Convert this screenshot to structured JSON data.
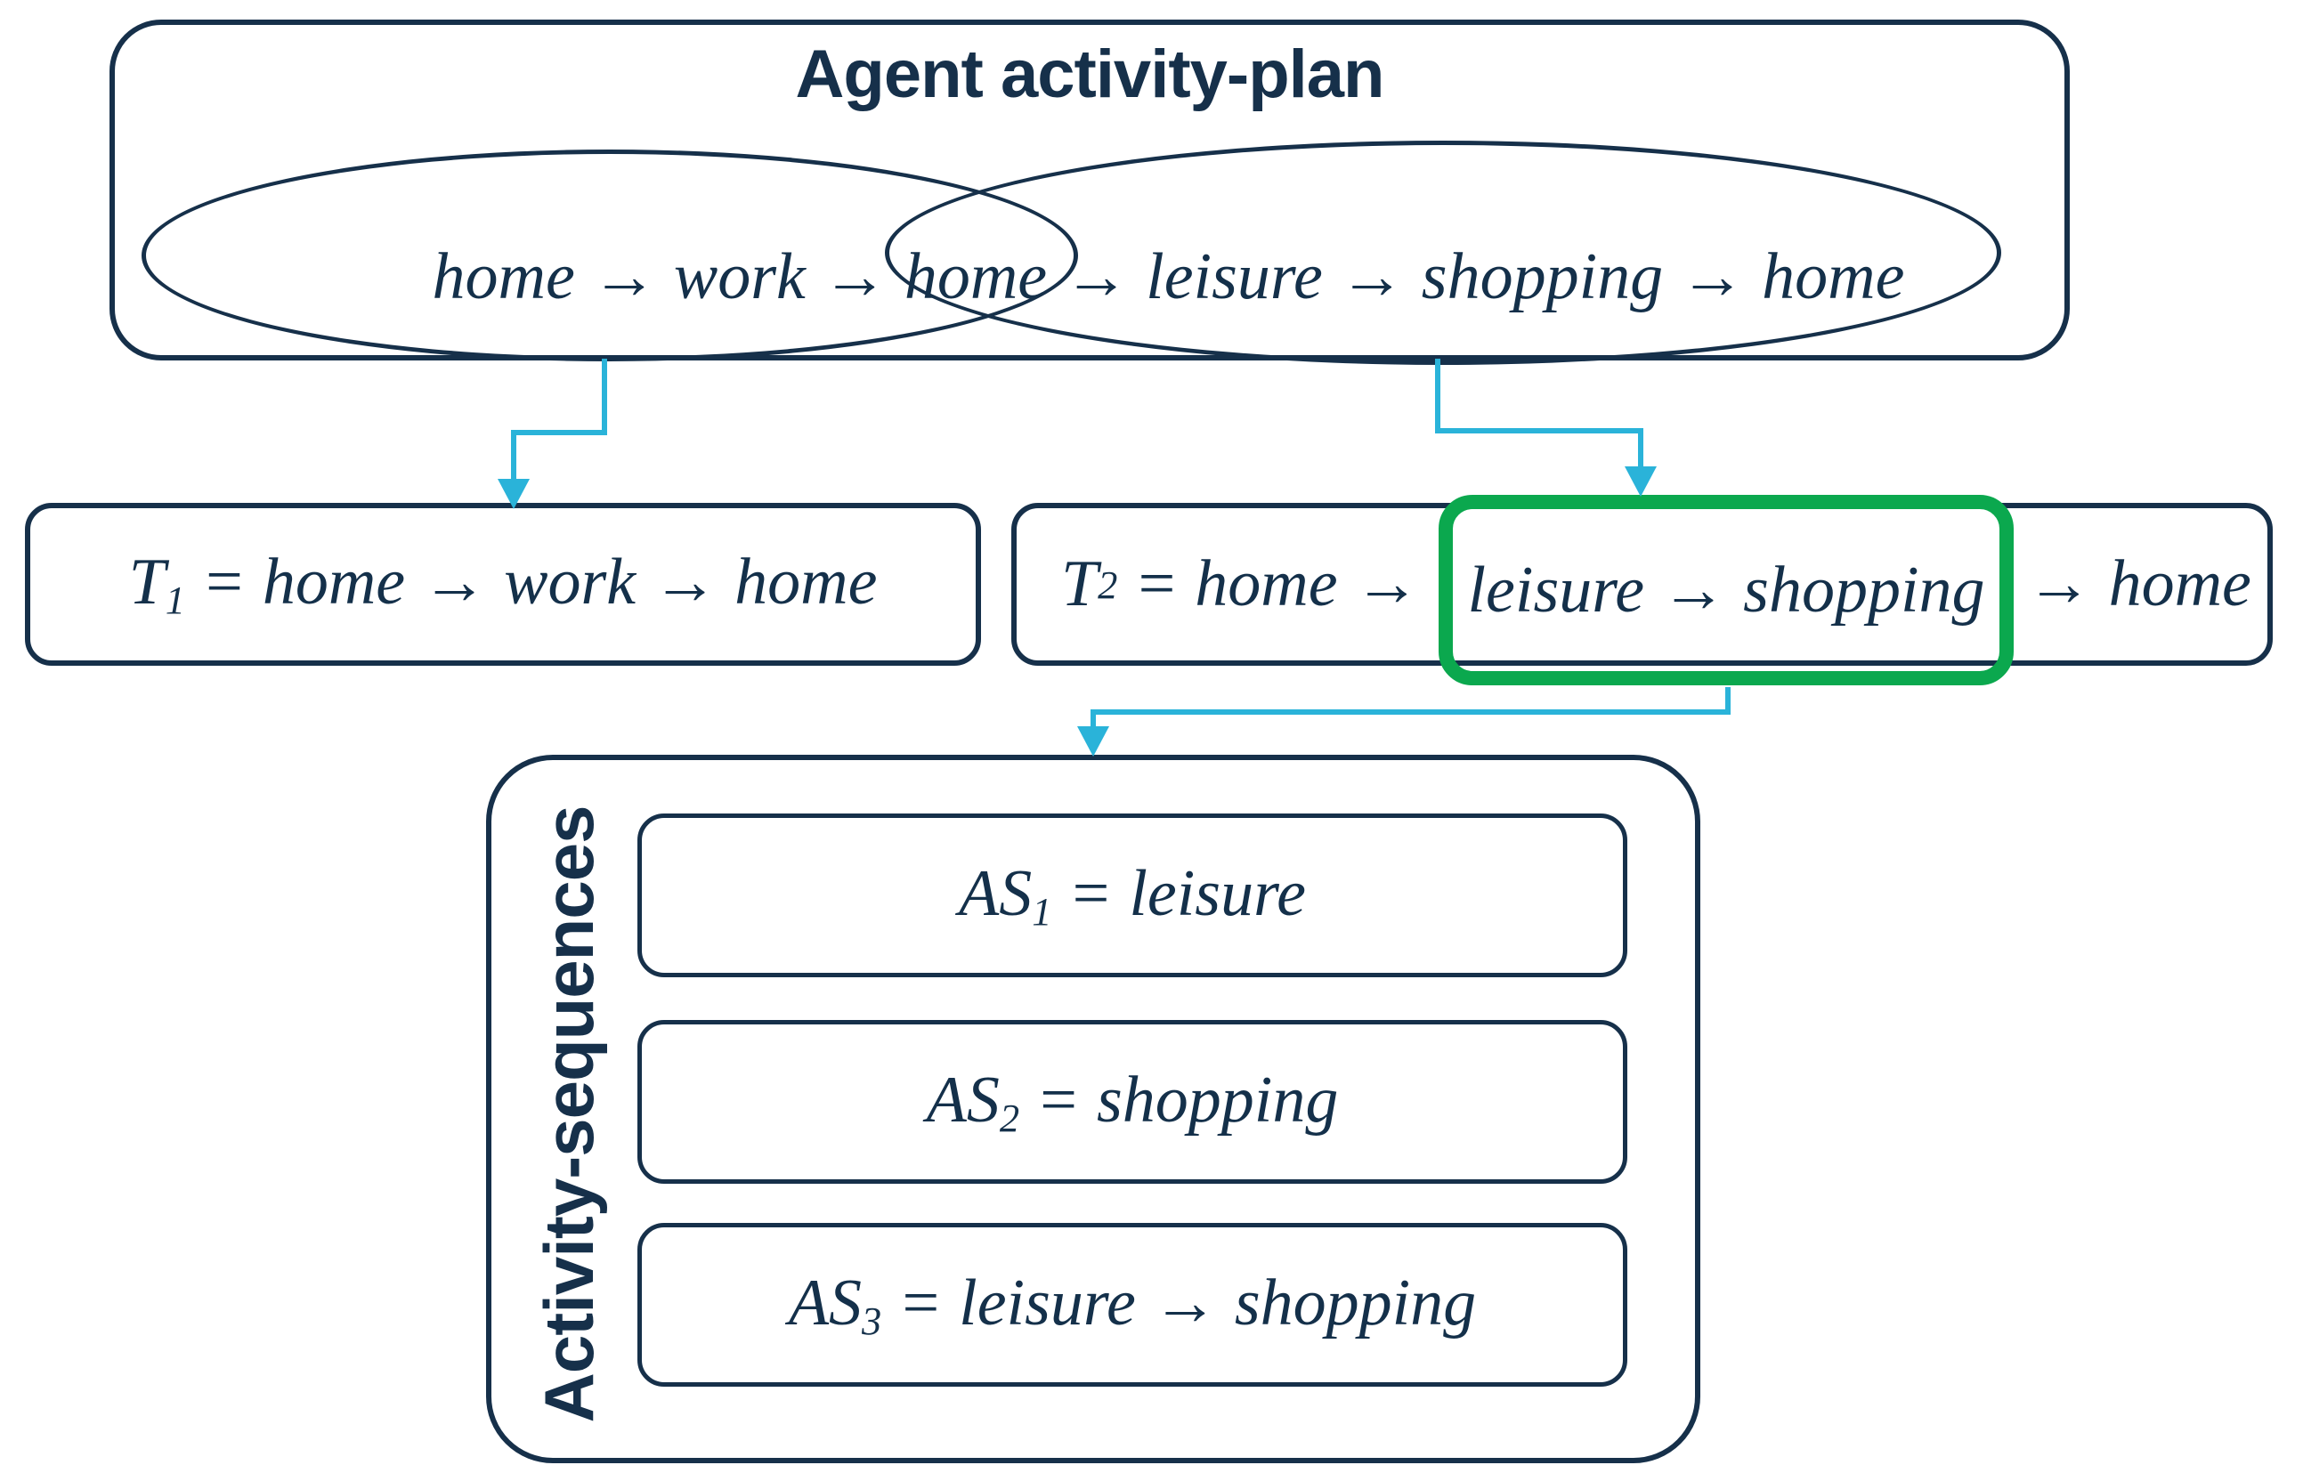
{
  "colors": {
    "navy": "#16304a",
    "text": "#14304a",
    "cyan": "#2ab3d9",
    "green": "#0ba84e",
    "bg": "#ffffff"
  },
  "plan": {
    "title": "Agent activity-plan",
    "segment_before": "home → work → ",
    "segment_circled": "home",
    "segment_after": " → leisure → shopping → home"
  },
  "trips": {
    "t1": {
      "var": "T",
      "sub": "1",
      "rest": " = home → work → home"
    },
    "t2": {
      "var": "T",
      "sub": "2",
      "prefix": " = home → ",
      "highlight": "leisure → shopping",
      "suffix": "→ home"
    }
  },
  "activity_sequences": {
    "label": "Activity-sequences",
    "items": [
      {
        "var": "AS",
        "sub": "1",
        "rest": " = leisure"
      },
      {
        "var": "AS",
        "sub": "2",
        "rest": " = shopping"
      },
      {
        "var": "AS",
        "sub": "3",
        "rest": " = leisure → shopping"
      }
    ]
  }
}
